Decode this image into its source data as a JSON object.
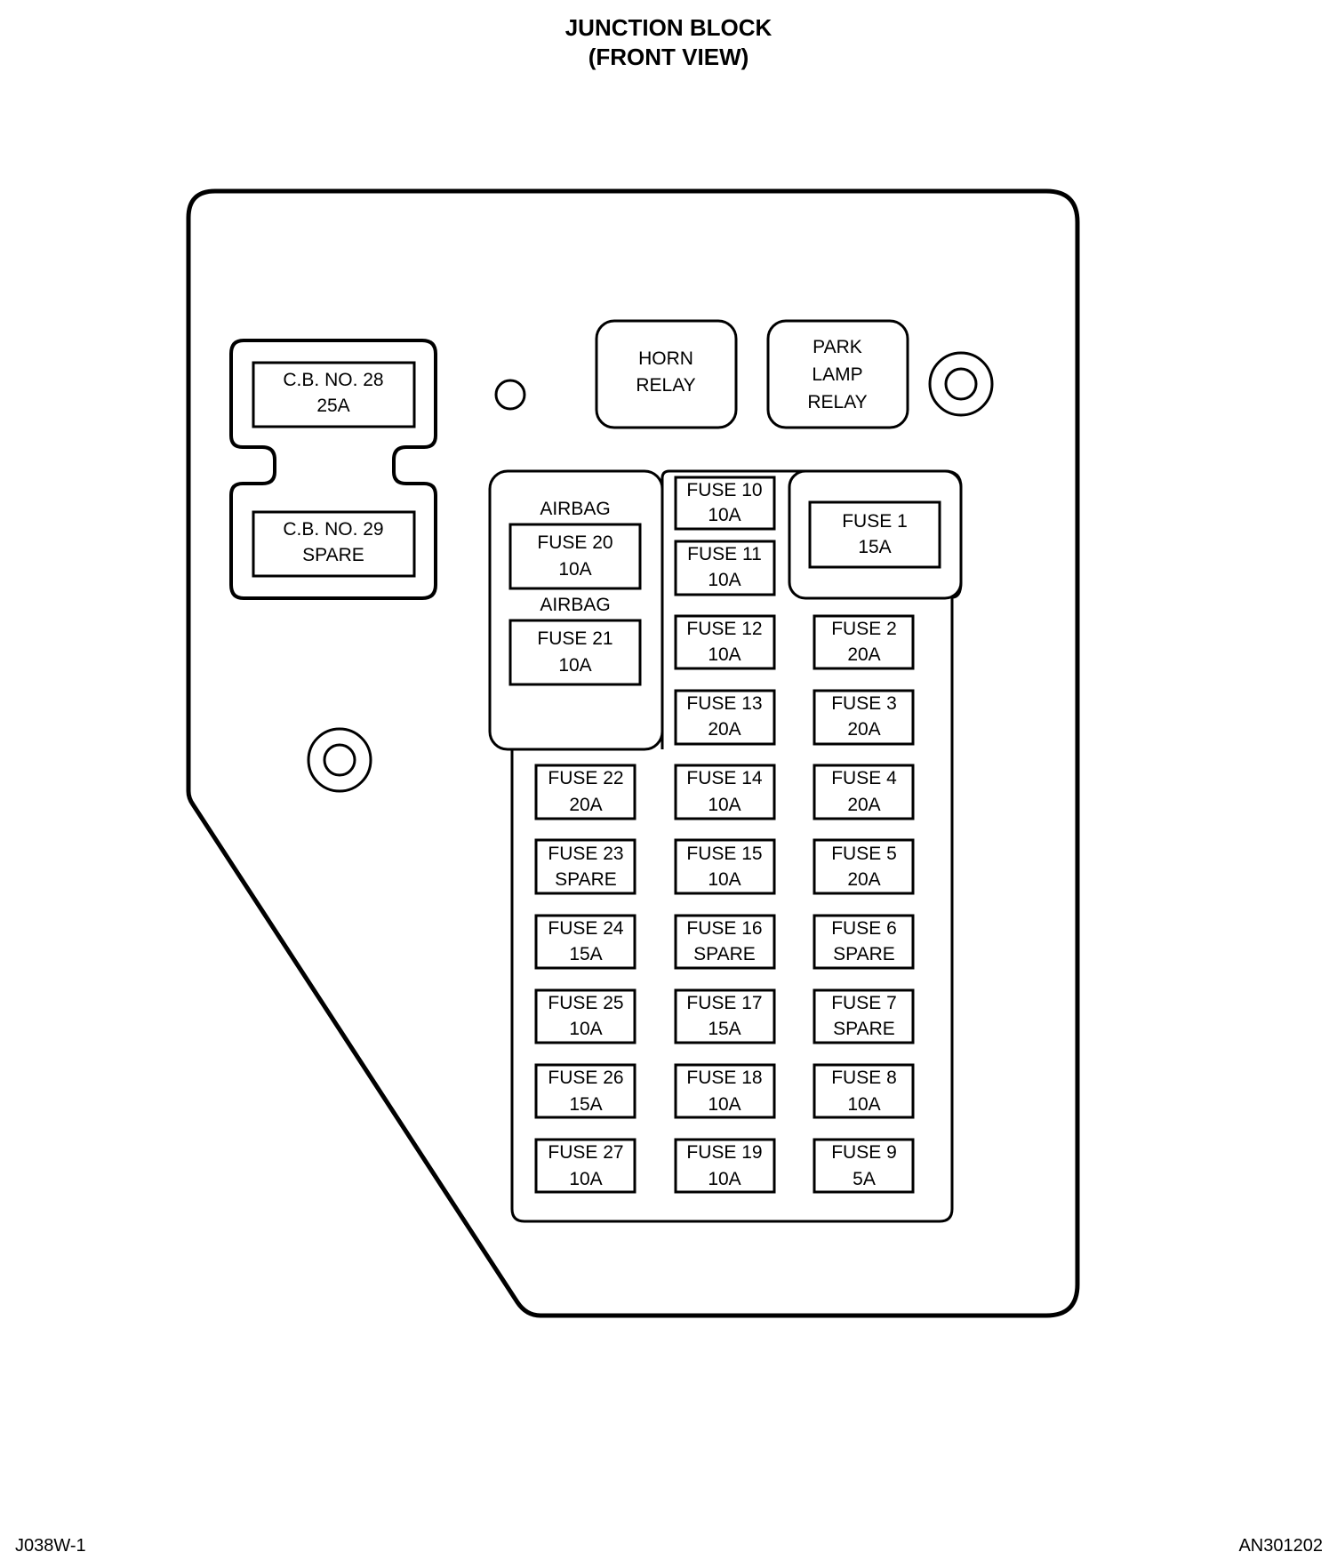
{
  "title": {
    "line1": "JUNCTION BLOCK",
    "line2": "(FRONT VIEW)"
  },
  "codes": {
    "left": "J038W-1",
    "right": "AN301202"
  },
  "breakers": [
    {
      "line1": "C.B. NO. 28",
      "line2": "25A"
    },
    {
      "line1": "C.B. NO. 29",
      "line2": "SPARE"
    }
  ],
  "relays": [
    {
      "lines": [
        "HORN",
        "RELAY"
      ]
    },
    {
      "lines": [
        "PARK",
        "LAMP",
        "RELAY"
      ]
    }
  ],
  "airbag_labels": [
    "AIRBAG",
    "AIRBAG"
  ],
  "fuses": {
    "f1": {
      "name": "FUSE 1",
      "rating": "15A"
    },
    "f2": {
      "name": "FUSE 2",
      "rating": "20A"
    },
    "f3": {
      "name": "FUSE 3",
      "rating": "20A"
    },
    "f4": {
      "name": "FUSE 4",
      "rating": "20A"
    },
    "f5": {
      "name": "FUSE 5",
      "rating": "20A"
    },
    "f6": {
      "name": "FUSE 6",
      "rating": "SPARE"
    },
    "f7": {
      "name": "FUSE 7",
      "rating": "SPARE"
    },
    "f8": {
      "name": "FUSE 8",
      "rating": "10A"
    },
    "f9": {
      "name": "FUSE 9",
      "rating": "5A"
    },
    "f10": {
      "name": "FUSE 10",
      "rating": "10A"
    },
    "f11": {
      "name": "FUSE 11",
      "rating": "10A"
    },
    "f12": {
      "name": "FUSE 12",
      "rating": "10A"
    },
    "f13": {
      "name": "FUSE 13",
      "rating": "20A"
    },
    "f14": {
      "name": "FUSE 14",
      "rating": "10A"
    },
    "f15": {
      "name": "FUSE 15",
      "rating": "10A"
    },
    "f16": {
      "name": "FUSE 16",
      "rating": "SPARE"
    },
    "f17": {
      "name": "FUSE 17",
      "rating": "15A"
    },
    "f18": {
      "name": "FUSE 18",
      "rating": "10A"
    },
    "f19": {
      "name": "FUSE 19",
      "rating": "10A"
    },
    "f20": {
      "name": "FUSE 20",
      "rating": "10A"
    },
    "f21": {
      "name": "FUSE 21",
      "rating": "10A"
    },
    "f22": {
      "name": "FUSE 22",
      "rating": "20A"
    },
    "f23": {
      "name": "FUSE 23",
      "rating": "SPARE"
    },
    "f24": {
      "name": "FUSE 24",
      "rating": "15A"
    },
    "f25": {
      "name": "FUSE 25",
      "rating": "10A"
    },
    "f26": {
      "name": "FUSE 26",
      "rating": "15A"
    },
    "f27": {
      "name": "FUSE 27",
      "rating": "10A"
    }
  }
}
